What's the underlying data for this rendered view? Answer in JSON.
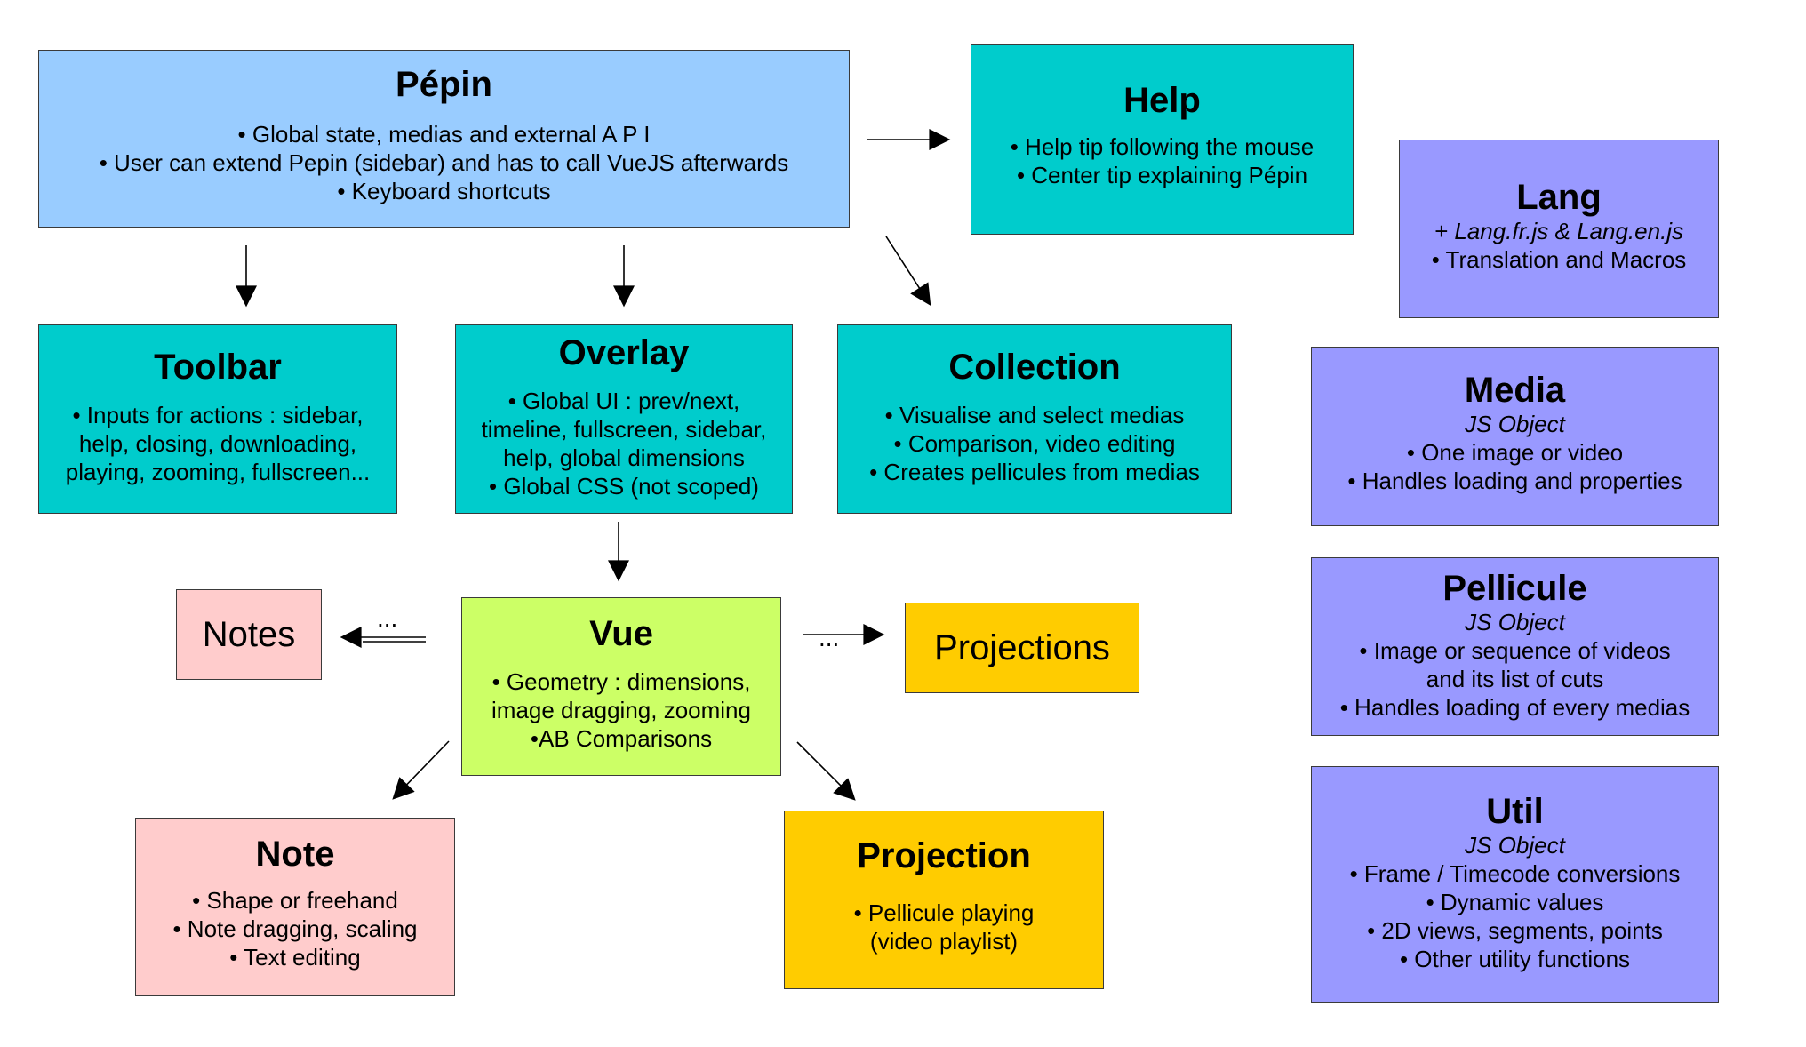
{
  "colors": {
    "blue": "#99ccff",
    "teal": "#00cccc",
    "purple": "#9999ff",
    "green": "#ccff66",
    "pink": "#ffcccc",
    "yellow": "#ffcc00"
  },
  "pepin": {
    "title": "Pépin",
    "lines": [
      "• Global state, medias and external A P I",
      "• User can extend Pepin (sidebar) and has to call VueJS afterwards",
      "• Keyboard shortcuts"
    ]
  },
  "help": {
    "title": "Help",
    "lines": [
      "• Help tip following the mouse",
      "• Center tip explaining Pépin"
    ]
  },
  "lang": {
    "title": "Lang",
    "subtitle": "+ Lang.fr.js & Lang.en.js",
    "lines": [
      "• Translation and Macros"
    ]
  },
  "toolbar": {
    "title": "Toolbar",
    "lines": [
      "• Inputs for actions : sidebar,",
      "help, closing, downloading,",
      "playing, zooming, fullscreen..."
    ]
  },
  "overlay": {
    "title": "Overlay",
    "lines": [
      "• Global UI : prev/next,",
      "timeline, fullscreen, sidebar,",
      "help, global dimensions",
      "• Global CSS (not scoped)"
    ]
  },
  "collection": {
    "title": "Collection",
    "lines": [
      "• Visualise and select medias",
      "• Comparison, video editing",
      "• Creates pellicules from medias"
    ]
  },
  "media": {
    "title": "Media",
    "subtitle": "JS Object",
    "lines": [
      "• One image or video",
      "• Handles loading and properties"
    ]
  },
  "notes": {
    "title": "Notes"
  },
  "vue": {
    "title": "Vue",
    "lines": [
      "• Geometry : dimensions,",
      "image dragging, zooming",
      "•AB Comparisons"
    ]
  },
  "projections": {
    "title": "Projections"
  },
  "pellicule": {
    "title": "Pellicule",
    "subtitle": "JS Object",
    "lines": [
      "• Image or sequence of videos",
      "and its list of cuts",
      "• Handles loading of every medias"
    ]
  },
  "note": {
    "title": "Note",
    "lines": [
      "• Shape or freehand",
      "• Note dragging, scaling",
      "• Text editing"
    ]
  },
  "projection": {
    "title": "Projection",
    "lines": [
      "• Pellicule playing",
      "(video playlist)"
    ]
  },
  "util": {
    "title": "Util",
    "subtitle": "JS Object",
    "lines": [
      "• Frame / Timecode conversions",
      "• Dynamic values",
      "• 2D views, segments, points",
      "• Other utility functions"
    ]
  },
  "connectors": {
    "ellipsis": "..."
  }
}
